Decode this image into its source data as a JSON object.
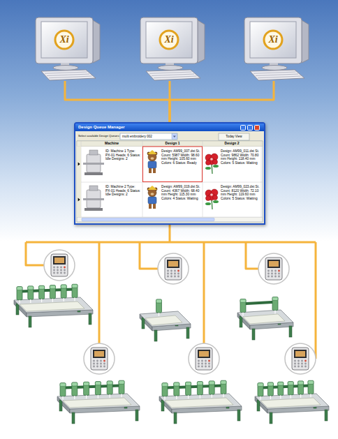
{
  "diagram": {
    "nodes": [
      {
        "text": [
          "Xi"
        ]
      },
      {
        "text": [
          "Xi"
        ]
      },
      {
        "text": [
          "Xi"
        ]
      },
      {
        "text": [
          "Design Queue Manager"
        ]
      }
    ],
    "edges": [
      {
        "from": 0,
        "to": 3,
        "arrow": "none"
      },
      {
        "from": 1,
        "to": 3,
        "arrow": "none"
      },
      {
        "from": 2,
        "to": 3,
        "arrow": "none"
      }
    ],
    "labels": [
      "Select available Design Queues:",
      "multi embroidery 002",
      "Today View",
      "Machine",
      "Design 1",
      "Design 2",
      "ID: Machine 1 Type: PX-01 Heads: 6 Status: Idle Designs: 2",
      "Design: AM99_007.dst St. Count: 5987 Width: 98.60 mm Height: 105.60 mm Colors: 6 Status: Ready",
      "Design: AM99_011.dst St. Count: 9862 Width: 70.80 mm Height: 118.40 mm Colors: 5 Status: Waiting",
      "ID: Machine 2 Type: PX-01 Heads: 6 Status: Idle Designs: 2",
      "Design: AM99_019.dst St. Count: 4367 Width: 68.40 mm Height: 115.30 mm Colors: 4 Status: Waiting",
      "Design: AM99_023.dst St. Count: 8120 Width: 72.10 mm Height: 119.60 mm Colors: 5 Status: Waiting"
    ]
  }
}
